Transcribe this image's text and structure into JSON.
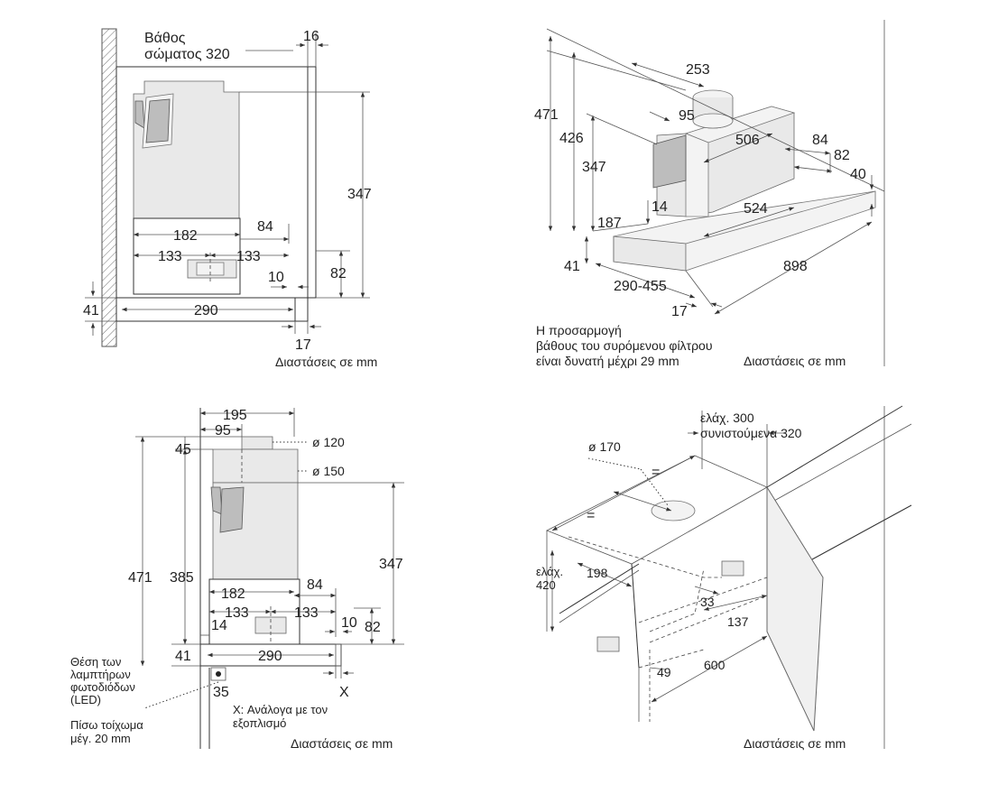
{
  "panel_tl": {
    "depth_label_line1": "Βάθος",
    "depth_label_line2": "σώματος 320",
    "dim_16": "16",
    "dim_347": "347",
    "dim_182": "182",
    "dim_84": "84",
    "dim_133_left": "133",
    "dim_133_right": "133",
    "dim_82": "82",
    "dim_10": "10",
    "dim_41": "41",
    "dim_290": "290",
    "dim_17": "17",
    "units": "Διαστάσεις σε mm"
  },
  "panel_tr": {
    "dim_253": "253",
    "dim_471": "471",
    "dim_95": "95",
    "dim_426": "426",
    "dim_506": "506",
    "dim_84": "84",
    "dim_82": "82",
    "dim_347": "347",
    "dim_40": "40",
    "dim_187": "187",
    "dim_14": "14",
    "dim_524": "524",
    "dim_41": "41",
    "dim_898": "898",
    "dim_290_455": "290-455",
    "dim_17": "17",
    "note_line1": "Η προσαρμογή",
    "note_line2": "βάθους του συρόμενου φίλτρου",
    "note_line3": "είναι δυνατή μέχρι 29 mm",
    "units": "Διαστάσεις σε mm"
  },
  "panel_bl": {
    "dim_195": "195",
    "dim_95": "95",
    "dim_d120": "ø 120",
    "dim_45": "45",
    "dim_d150": "ø 150",
    "dim_471": "471",
    "dim_385": "385",
    "dim_347": "347",
    "dim_182": "182",
    "dim_84": "84",
    "dim_133_left": "133",
    "dim_133_right": "133",
    "dim_14": "14",
    "dim_10": "10",
    "dim_82": "82",
    "dim_41": "41",
    "dim_290": "290",
    "dim_35": "35",
    "dim_x": "X",
    "led_line1": "Θέση των",
    "led_line2": "λαμπτήρων",
    "led_line3": "φωτοδιόδων",
    "led_line4": "(LED)",
    "x_note_line1": "X: Ανάλογα με τον",
    "x_note_line2": "εξοπλισμό",
    "wall_line1": "Πίσω τοίχωμα",
    "wall_line2": "μέγ. 20 mm",
    "units": "Διαστάσεις σε mm"
  },
  "panel_br": {
    "min_line1": "ελάχ. 300",
    "min_line2": "συνιστούμενα 320",
    "dim_d170": "ø 170",
    "eq1": "=",
    "eq2": "=",
    "min420_line1": "ελάχ.",
    "min420_line2": "420",
    "dim_198": "198",
    "dim_33": "33",
    "dim_137": "137",
    "dim_49": "49",
    "dim_600": "600",
    "units": "Διαστάσεις σε mm"
  }
}
